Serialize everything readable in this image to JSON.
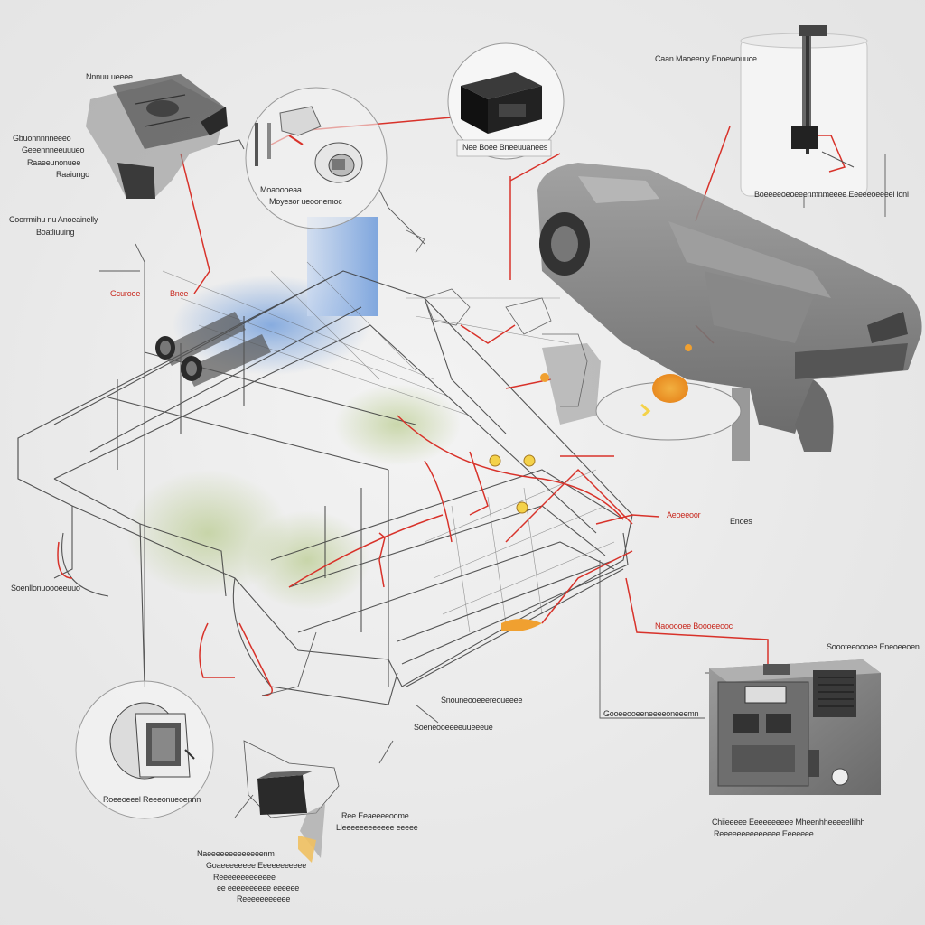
{
  "labels": {
    "top_left_head": "Nnnuu ueeee",
    "top_left_1": "Gbuonnnnneeeo",
    "top_left_2": "Geeennneeuuueo",
    "top_left_3": "Raaeeunonuee",
    "top_left_4": "Raaiungo",
    "left_mid_1": "Coorrmihu nu Anoeainelly",
    "left_mid_2": "Boatliuuing",
    "red_left_1": "Gcuroee",
    "red_left_2": "Bnee",
    "center_top_1": "Moaoooeaa",
    "center_top_2": "Moyesor ueoonemoc",
    "box_top": "Nee Boee Bneeuuanees",
    "top_right_head": "Caan Maoeenly Enoewouuce",
    "right_top_caption": "Boeeeeoeoeeenmnmeeee Eeeeeoeeeel lonl",
    "red_right": "Aeoeeoor",
    "right_mid": "Enoes",
    "left_low": "Soenllonuoooeeuuo",
    "red_center_low": "Naooooee Boooeeooc",
    "center_low_1": "Snouneooeeereoueeee",
    "center_low_2": "Soeneooeeeeuueeeue",
    "panel_head": "Soooteeoooee Eneoeeoen",
    "panel_caption": "Gooeeooeeneeeeoneeemn",
    "circle_caption": "Roeeoeeel Reeeonueoennn",
    "battery_1": "Ree Eeaeeeeoome",
    "battery_2": "Lleeeeeeeeeeee eeeee",
    "stack_1": "Naeeeeeeeeeeeeenm",
    "stack_2": "Goaeeeeeeee Eeeeeeeeeee",
    "stack_3": "Reeeeeeeeeeeee",
    "stack_4": "ee eeeeeeeeee eeeeee",
    "stack_5": "Reeeeeeeeeee",
    "bottom_right_1": "Chiieeeee Eeeeeeeeee Mheenhheeeeellilhh",
    "bottom_right_2": "Reeeeeeeeeeeeee Eeeeeee"
  },
  "colors": {
    "background": "#e9e9e9",
    "line": "#3a3a3a",
    "wire_red": "#d8322a",
    "accent_blue": "#5b8fd8",
    "accent_green": "#a8c070",
    "accent_orange": "#f0a030",
    "accent_yellow": "#f4d24a",
    "device_dark": "#2a2a2a",
    "panel_gray": "#8a8a8a",
    "car_gray": "#7a7a7a"
  },
  "icons": {
    "ecu_box": "black-module-box-icon",
    "engine_block": "engine-block-icon",
    "coil_pack": "ignition-coil-icon",
    "sensor_round": "round-sensor-icon",
    "battery": "battery-icon",
    "fuse_panel": "control-panel-icon",
    "tank_sensor": "tank-sensor-icon"
  }
}
